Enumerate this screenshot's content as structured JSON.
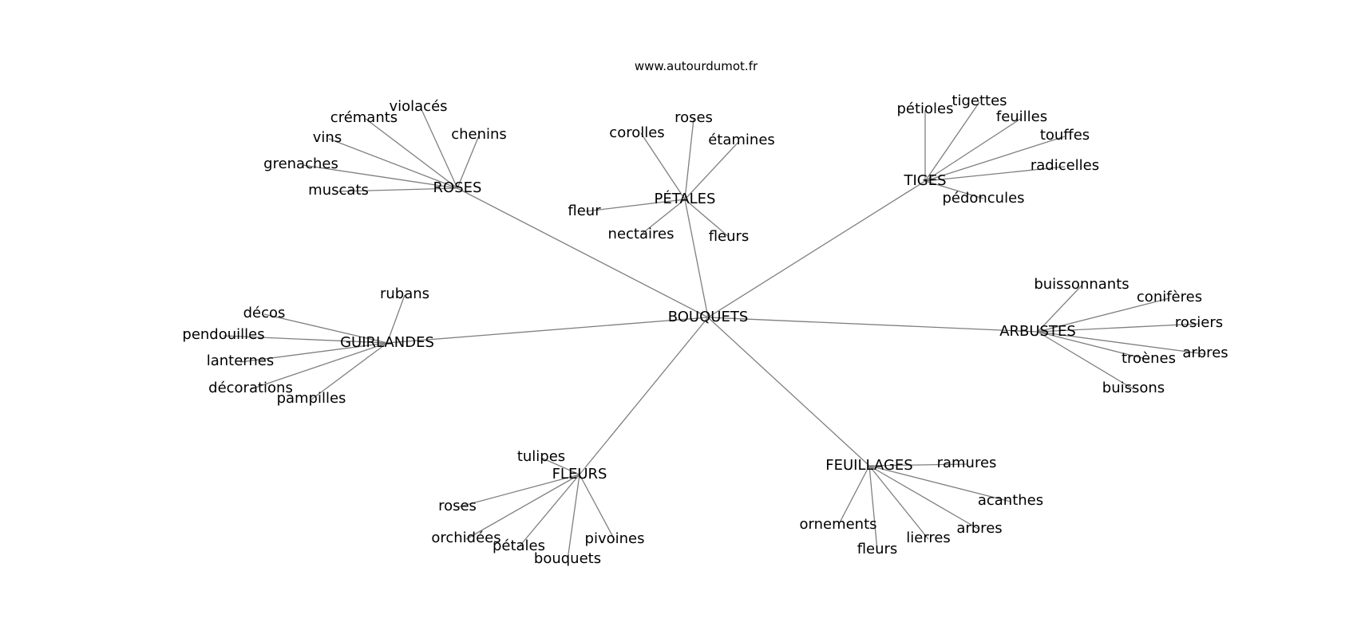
{
  "diagram": {
    "title": "www.autourdumot.fr",
    "center": "BOUQUETS",
    "clusters": [
      {
        "label": "ROSES",
        "words": [
          "violacés",
          "crémants",
          "chenins",
          "vins",
          "grenaches",
          "muscats"
        ]
      },
      {
        "label": "PÉTALES",
        "words": [
          "roses",
          "corolles",
          "étamines",
          "fleur",
          "nectaires",
          "fleurs"
        ]
      },
      {
        "label": "TIGES",
        "words": [
          "pétioles",
          "tigettes",
          "feuilles",
          "touffes",
          "radicelles",
          "pédoncules"
        ]
      },
      {
        "label": "GUIRLANDES",
        "words": [
          "rubans",
          "décos",
          "pendouilles",
          "lanternes",
          "décorations",
          "pampilles"
        ]
      },
      {
        "label": "ARBUSTES",
        "words": [
          "buissonnants",
          "conifères",
          "rosiers",
          "arbres",
          "troènes",
          "buissons"
        ]
      },
      {
        "label": "FLEURS",
        "words": [
          "tulipes",
          "roses",
          "orchidées",
          "pétales",
          "bouquets",
          "pivoines"
        ]
      },
      {
        "label": "FEUILLAGES",
        "words": [
          "ramures",
          "acanthes",
          "arbres",
          "lierres",
          "fleurs",
          "ornements"
        ]
      }
    ]
  }
}
